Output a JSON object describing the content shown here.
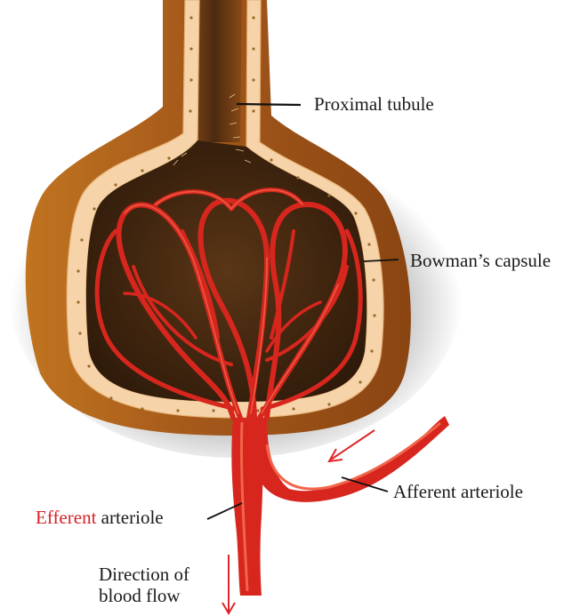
{
  "labels": {
    "proximal_tubule": "Proximal tubule",
    "bowmans_capsule": "Bowman’s capsule",
    "afferent_arteriole": "Afferent arteriole",
    "efferent_word": "Efferent",
    "arteriole_word": "arteriole",
    "direction_line1": "Direction of",
    "direction_line2": "blood flow"
  },
  "colors": {
    "capsule_wall": "#f6d3a8",
    "capsule_outer": "#b3661c",
    "lumen": "#3e2410",
    "vessel": "#d7261e",
    "vessel_highlight": "#f0654a",
    "arrow": "#e0252a",
    "accent_text": "#d2232a"
  }
}
